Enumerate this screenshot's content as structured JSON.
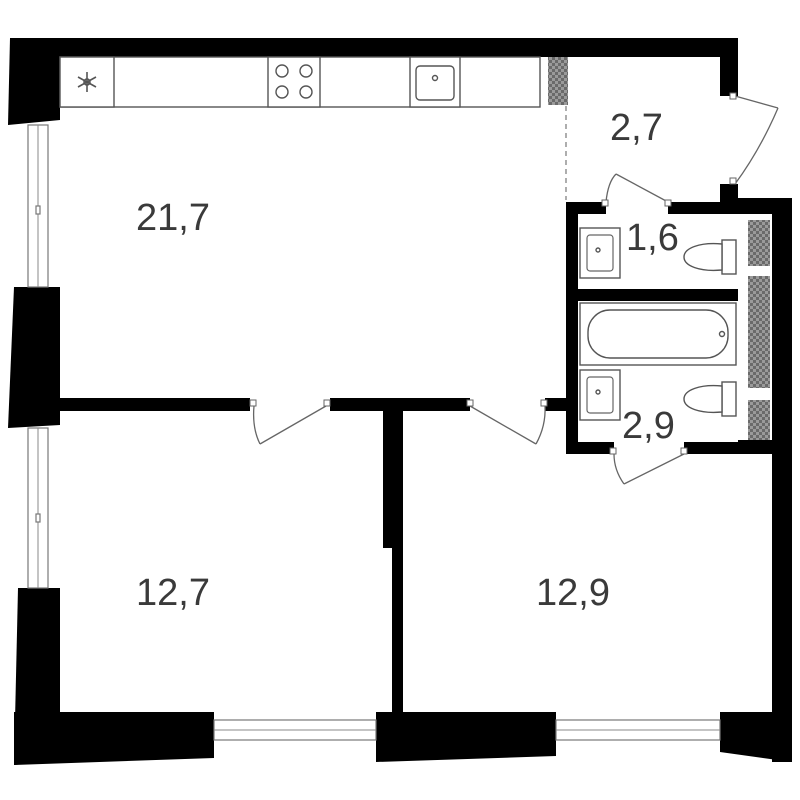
{
  "plan": {
    "rooms": [
      {
        "id": "kitchen-living",
        "label": "21,7"
      },
      {
        "id": "hallway",
        "label": "2,7"
      },
      {
        "id": "toilet",
        "label": "1,6"
      },
      {
        "id": "bathroom",
        "label": "2,9"
      },
      {
        "id": "bedroom-left",
        "label": "12,7"
      },
      {
        "id": "bedroom-right",
        "label": "12,9"
      }
    ],
    "fixtures": [
      {
        "id": "fridge",
        "icon": "snowflake-icon"
      },
      {
        "id": "stove",
        "icon": "cooktop-icon"
      },
      {
        "id": "kitchen-sink",
        "icon": "sink-icon"
      },
      {
        "id": "bathtub",
        "icon": "bathtub-icon"
      },
      {
        "id": "toilet-bowl",
        "icon": "toilet-icon"
      },
      {
        "id": "washbasin",
        "icon": "washbasin-icon"
      }
    ],
    "colors": {
      "wall": "#000000",
      "label": "#3a3a3a",
      "fixture_stroke": "#555555",
      "background": "#ffffff"
    }
  }
}
